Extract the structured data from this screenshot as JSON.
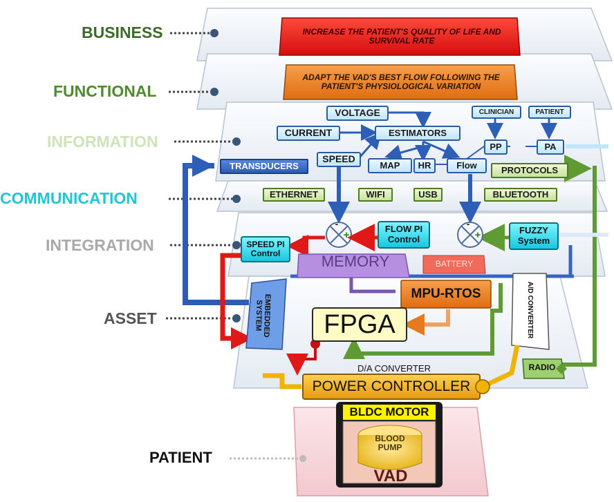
{
  "layers": [
    {
      "name": "BUSINESS",
      "color": "#3d6b2a"
    },
    {
      "name": "FUNCTIONAL",
      "color": "#4f8a2e"
    },
    {
      "name": "INFORMATION",
      "color": "#cfe3b8"
    },
    {
      "name": "COMMUNICATION",
      "color": "#22c4d6"
    },
    {
      "name": "INTEGRATION",
      "color": "#a9a9a9"
    },
    {
      "name": "ASSET",
      "color": "#555555"
    },
    {
      "name": "PATIENT",
      "color": "#111111"
    }
  ],
  "business": {
    "goal": "INCREASE THE PATIENT'S QUALITY OF LIFE AND SURVIVAL RATE"
  },
  "functional": {
    "goal": "ADAPT THE VAD'S BEST FLOW FOLLOWING THE PATIENT'S PHYSIOLOGICAL VARIATION"
  },
  "information": {
    "voltage": "VOLTAGE",
    "current": "CURRENT",
    "estimators": "ESTIMATORS",
    "clinician": "CLINICIAN",
    "patient": "PATIENT",
    "pp": "PP",
    "pa": "PA",
    "speed": "SPEED",
    "map": "MAP",
    "hr": "HR",
    "flow": "Flow",
    "transducers": "TRANSDUCERS",
    "protocols": "PROTOCOLS"
  },
  "communication": {
    "ethernet": "ETHERNET",
    "wifi": "WIFI",
    "usb": "USB",
    "bluetooth": "BLUETOOTH"
  },
  "integration": {
    "speed_pi": "SPEED PI Control",
    "flow_pi": "FLOW PI Control",
    "fuzzy": "FUZZY System",
    "memory": "MEMORY",
    "battery": "BATTERY",
    "minus": "-",
    "plus": "+"
  },
  "asset": {
    "embedded": "EMBEDDED SYSTEM",
    "mpu": "MPU-RTOS",
    "fpga": "FPGA",
    "ad": "A/D CONVERTER",
    "da": "D/A CONVERTER",
    "power": "POWER CONTROLLER",
    "radio": "RADIO"
  },
  "patient_layer": {
    "bldc": "BLDC MOTOR",
    "pump": "BLOOD PUMP",
    "vad": "VAD"
  },
  "colors": {
    "red": "#e01818",
    "orange": "#e87a1e",
    "blue_arrow": "#3565c0",
    "green_arrow": "#5f9a32",
    "gold": "#f0b400",
    "purple": "#b48ee0"
  }
}
